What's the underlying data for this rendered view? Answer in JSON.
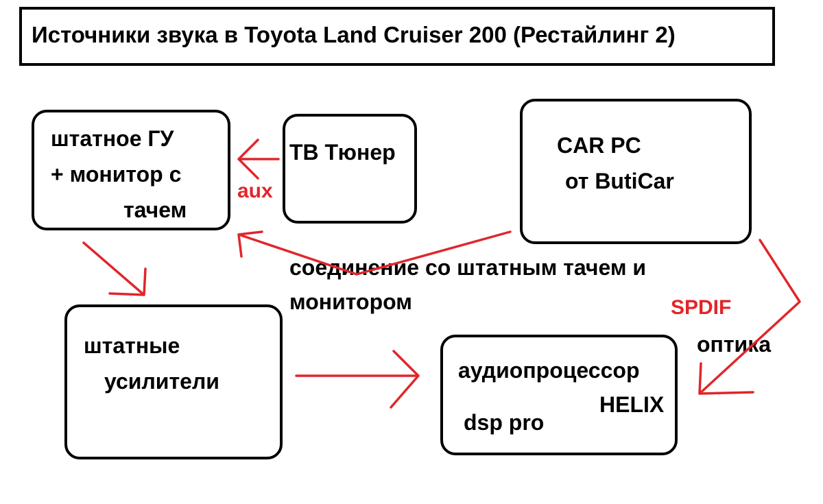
{
  "title": "Источники звука в Toyota Land Cruiser 200 (Рестайлинг 2)",
  "nodes": {
    "head_unit": {
      "lines": [
        "штатное ГУ",
        "+ монитор с",
        "тачем"
      ]
    },
    "tv_tuner": {
      "lines": [
        "ТВ Тюнер"
      ]
    },
    "car_pc": {
      "lines": [
        "CAR PC",
        "от ButiCar"
      ]
    },
    "amplifiers": {
      "lines": [
        "штатные",
        "усилители"
      ]
    },
    "dsp": {
      "lines": [
        "аудиопроцессор",
        "HELIX",
        "dsp pro"
      ]
    }
  },
  "edges": {
    "aux": {
      "label": "aux"
    },
    "touch_link": {
      "label_lines": [
        "соединение со штатным тачем и",
        "монитором"
      ]
    },
    "spdif": {
      "label": "SPDIF",
      "sublabel": "оптика"
    }
  },
  "colors": {
    "arrow": "#e0262b",
    "label_red": "#e0262b",
    "border": "#000000"
  }
}
